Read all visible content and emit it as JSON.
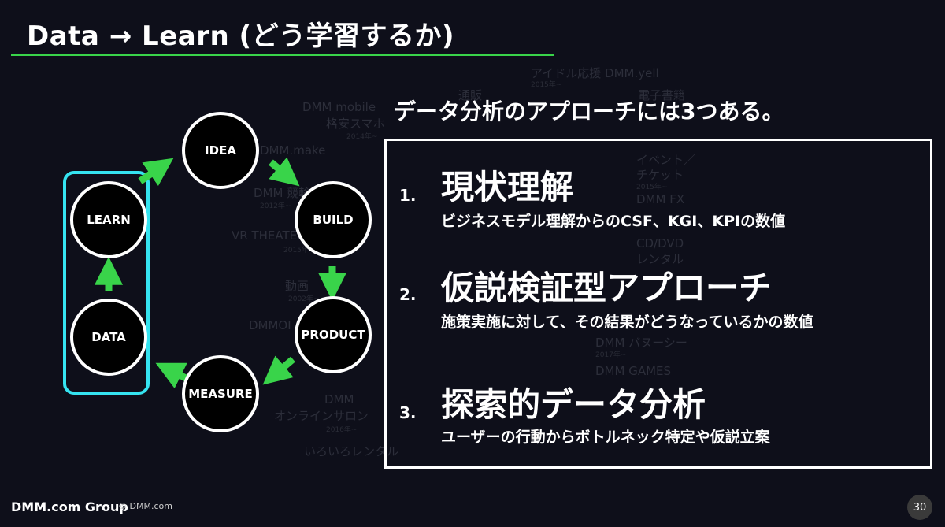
{
  "slide": {
    "title": "Data → Learn (どう学習するか)",
    "intro": "データ分析のアプローチには3つある。"
  },
  "background_words": [
    "DMM mobile",
    "格安スマホ",
    "2014年~",
    "DMM.make",
    "DMM 競輪",
    "2012年~",
    "VR THEATER",
    "2015年~",
    "動画",
    "2002年~",
    "DMMOI",
    "DMM",
    "オンラインサロン",
    "2016年~",
    "いろいろレンタル",
    "アイドル応援 DMM.yell",
    "2015年~",
    "電子書籍",
    "イベント／",
    "チケット",
    "2015年~",
    "DMM FX",
    "CD/DVD",
    "レンタル",
    "DMM バヌーシー",
    "2017年~",
    "DMM GAMES",
    "通販"
  ],
  "cycle": {
    "nodes": [
      "IDEA",
      "BUILD",
      "PRODUCT",
      "MEASURE",
      "DATA",
      "LEARN"
    ],
    "arrow_color": "#39d44a",
    "highlight_color": "#35e3f0"
  },
  "approaches": [
    {
      "num": "1.",
      "title": "現状理解",
      "desc": "ビジネスモデル理解からのCSF、KGI、KPIの数値"
    },
    {
      "num": "2.",
      "title": "仮説検証型アプローチ",
      "desc": "施策実施に対して、その結果がどうなっているかの数値"
    },
    {
      "num": "3.",
      "title": "探索的データ分析",
      "desc": "ユーザーの行動からボトルネック特定や仮説立案"
    }
  ],
  "footer": {
    "logo": "DMM.com Group",
    "copyright": "© DMM.com",
    "page": "30"
  }
}
